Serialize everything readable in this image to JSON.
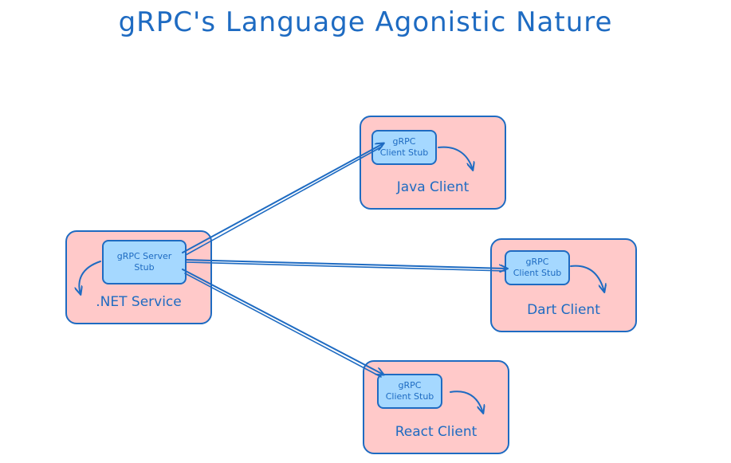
{
  "title": "gRPC's Language Agonistic Nature",
  "colors": {
    "stroke": "#1e6bc2",
    "node_fill": "#ffc9c9",
    "stub_fill": "#a5d8ff"
  },
  "nodes": {
    "server": {
      "label": ".NET Service",
      "stub_line1": "gRPC Server",
      "stub_line2": "Stub"
    },
    "java": {
      "label": "Java Client",
      "stub_line1": "gRPC",
      "stub_line2": "Client Stub"
    },
    "dart": {
      "label": "Dart Client",
      "stub_line1": "gRPC",
      "stub_line2": "Client Stub"
    },
    "react": {
      "label": "React Client",
      "stub_line1": "gRPC",
      "stub_line2": "Client Stub"
    }
  },
  "edges": [
    {
      "from": "server",
      "to": "java"
    },
    {
      "from": "server",
      "to": "dart"
    },
    {
      "from": "server",
      "to": "react"
    }
  ]
}
